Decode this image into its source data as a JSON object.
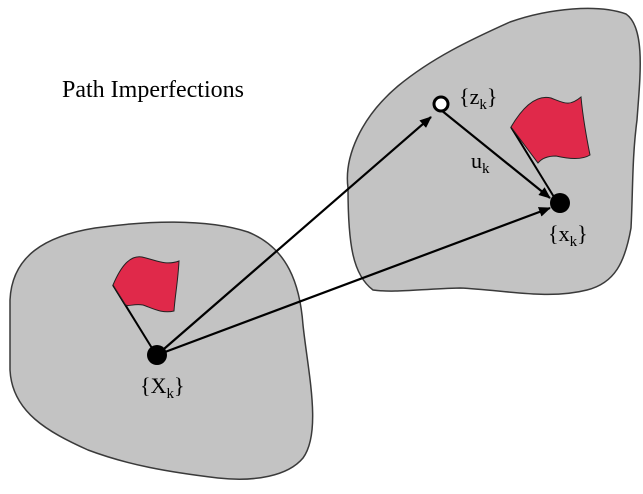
{
  "diagram": {
    "title": "Path Imperfections",
    "colors": {
      "region_fill": "#c3c3c3",
      "region_stroke": "#3a3a3a",
      "flag": "#e0294a",
      "arrow": "#000000"
    },
    "nodes": {
      "source": {
        "open": "{",
        "main": "X",
        "sub": "k",
        "close": "}"
      },
      "intermediate": {
        "open": "{",
        "main": "z",
        "sub": "k",
        "close": "}"
      },
      "target": {
        "open": "{",
        "main": "x",
        "sub": "k",
        "close": "}"
      }
    },
    "edge_label": {
      "main": "u",
      "sub": "k"
    },
    "icons": [
      "flag-icon",
      "flag-icon"
    ]
  }
}
